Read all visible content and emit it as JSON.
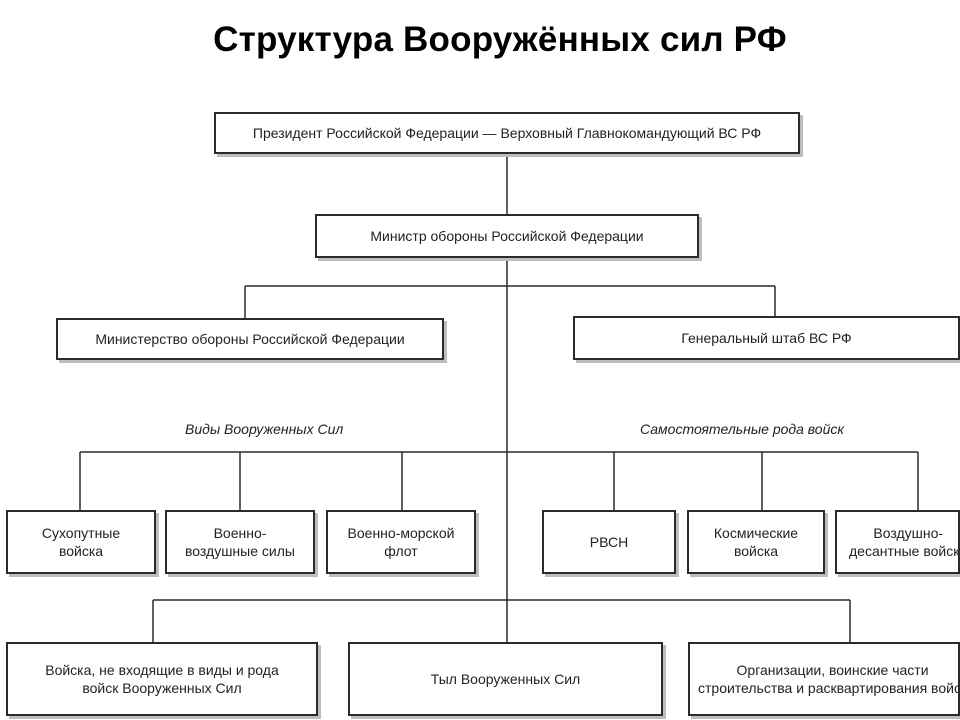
{
  "title": "Структура Вооружённых сил РФ",
  "president": "Президент Российской Федерации — Верховный Главнокомандующий ВС РФ",
  "minister": "Министр обороны Российской Федерации",
  "ministry": "Министерство обороны Российской Федерации",
  "general_staff": "Генеральный штаб ВС РФ",
  "branches": {
    "caption": "Виды Вооруженных Сил",
    "items": [
      "Сухопутные\nвойска",
      "Военно-\nвоздушные силы",
      "Военно-морской\nфлот"
    ]
  },
  "independent_arms": {
    "caption": "Самостоятельные рода войск",
    "items": [
      "РВСН",
      "Космические\nвойска",
      "Воздушно-\nдесантные войска"
    ]
  },
  "other": [
    "Войска, не входящие в виды и рода\nвойск Вооруженных Сил",
    "Тыл Вооруженных Сил",
    "Организации, воинские части\nстроительства и расквартирования войск"
  ]
}
